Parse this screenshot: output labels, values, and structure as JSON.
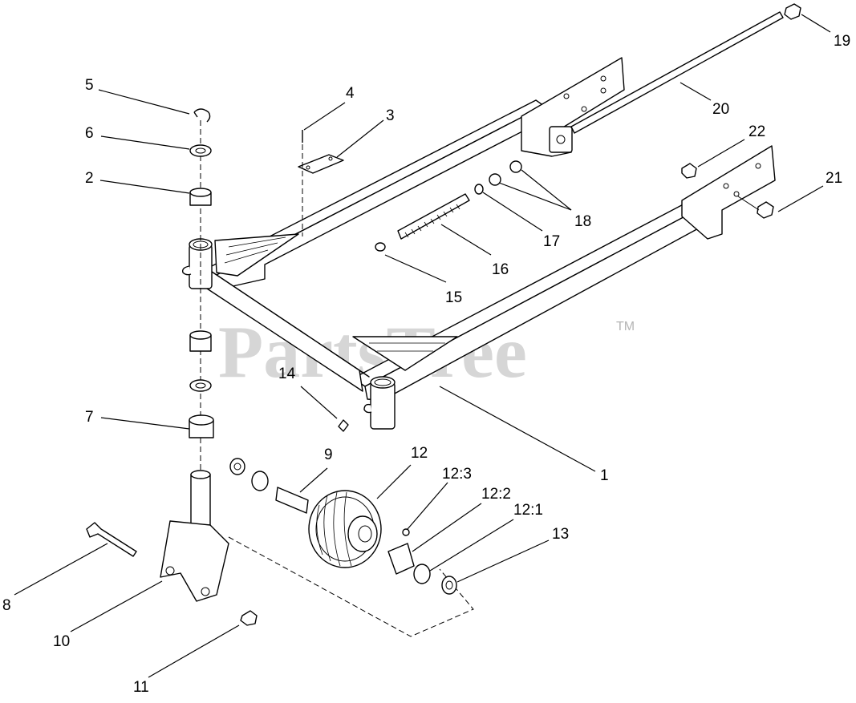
{
  "watermark": {
    "brand": "PartsTree",
    "tm": "TM"
  },
  "callouts": {
    "c1": "1",
    "c2": "2",
    "c3": "3",
    "c4": "4",
    "c5": "5",
    "c6": "6",
    "c7": "7",
    "c8": "8",
    "c9": "9",
    "c10": "10",
    "c11": "11",
    "c12": "12",
    "c12_1": "12:1",
    "c12_2": "12:2",
    "c12_3": "12:3",
    "c13": "13",
    "c14": "14",
    "c15": "15",
    "c16": "16",
    "c17": "17",
    "c18": "18",
    "c19": "19",
    "c20": "20",
    "c21": "21",
    "c22": "22"
  }
}
